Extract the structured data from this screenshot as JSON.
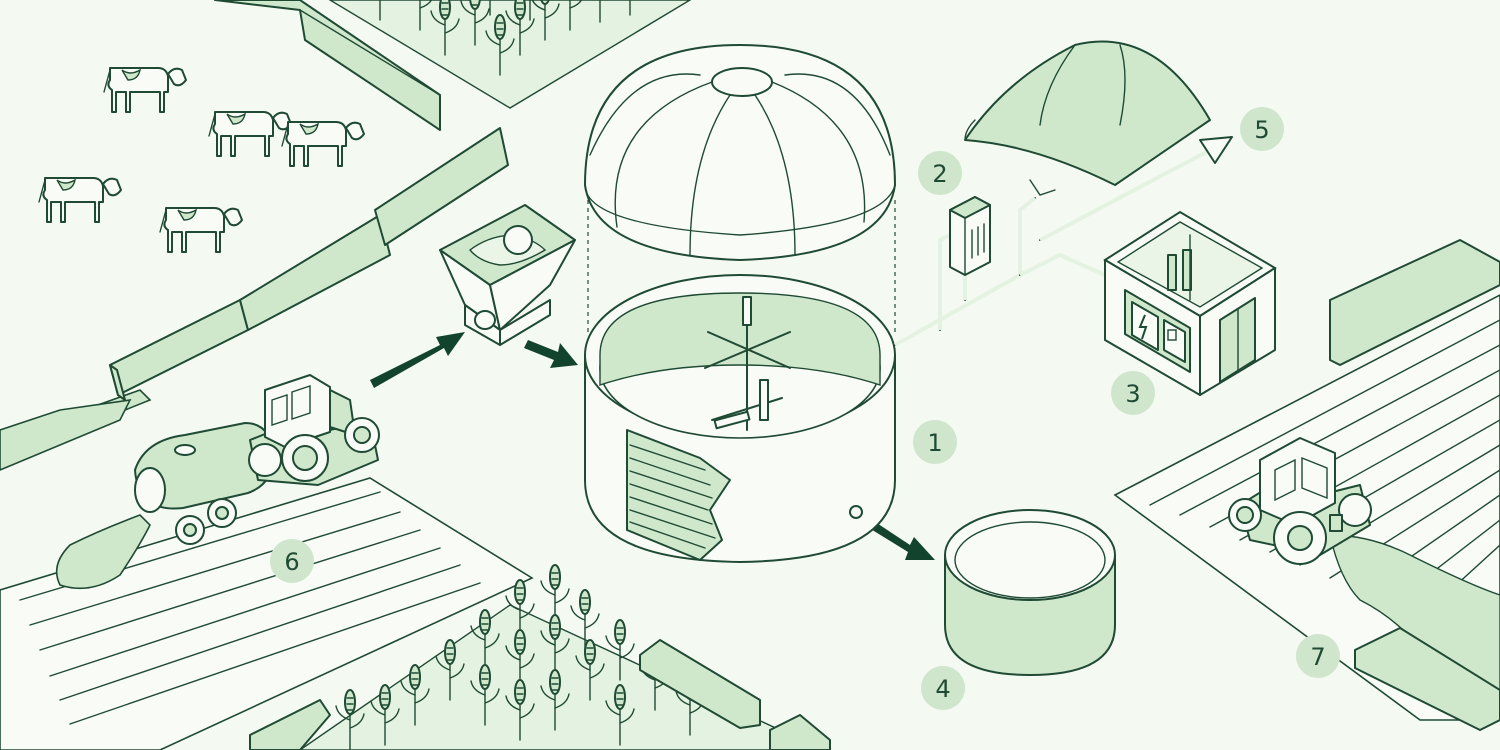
{
  "badges": {
    "b1": "1",
    "b2": "2",
    "b3": "3",
    "b4": "4",
    "b5": "5",
    "b6": "6",
    "b7": "7"
  },
  "colors": {
    "background": "#f4f9f2",
    "line": "#1f4a34",
    "fill_green": "#cfe8cc",
    "badge": "#cfe6cc",
    "arrow": "#12432c"
  },
  "icons": {
    "generator_symbol": "lightning-bolt-icon"
  }
}
